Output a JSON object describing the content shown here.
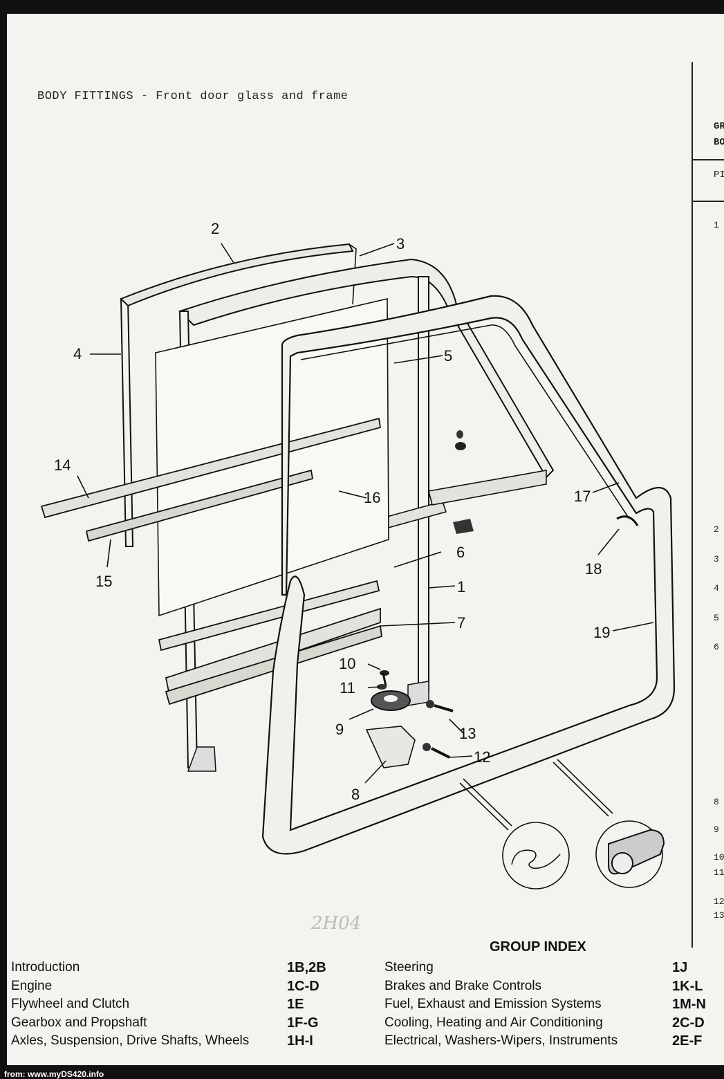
{
  "page_header": "BODY FITTINGS - Front door glass and frame",
  "right_column": {
    "heading_fragment_1": "GR",
    "heading_fragment_2": "BO",
    "subheading_fragment": "PI",
    "row_numbers": [
      "1",
      "2",
      "3",
      "4",
      "5",
      "6",
      "8",
      "9",
      "10",
      "11",
      "12",
      "13"
    ]
  },
  "diagram_labels": [
    "1",
    "2",
    "3",
    "4",
    "5",
    "6",
    "7",
    "8",
    "9",
    "10",
    "11",
    "12",
    "13",
    "14",
    "15",
    "16",
    "17",
    "18",
    "19"
  ],
  "scrawl_text": "2H04",
  "group_index": {
    "title": "GROUP INDEX",
    "left": [
      {
        "label": "Introduction",
        "code": "1B,2B"
      },
      {
        "label": "Engine",
        "code": "1C-D"
      },
      {
        "label": "Flywheel and Clutch",
        "code": "1E"
      },
      {
        "label": "Gearbox and Propshaft",
        "code": "1F-G"
      },
      {
        "label": "Axles, Suspension, Drive Shafts, Wheels",
        "code": "1H-I"
      }
    ],
    "right": [
      {
        "label": "Steering",
        "code": "1J"
      },
      {
        "label": "Brakes and Brake Controls",
        "code": "1K-L"
      },
      {
        "label": "Fuel, Exhaust and Emission Systems",
        "code": "1M-N"
      },
      {
        "label": "Cooling, Heating and Air Conditioning",
        "code": "2C-D"
      },
      {
        "label": "Electrical, Washers-Wipers, Instruments",
        "code": "2E-F"
      }
    ]
  },
  "source_credit": "from: www.myDS420.info"
}
